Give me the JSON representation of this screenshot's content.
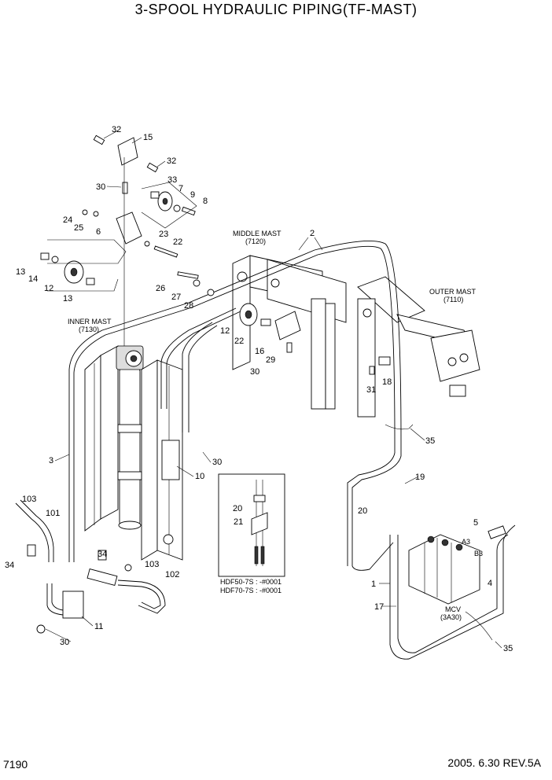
{
  "title": "3-SPOOL HYDRAULIC PIPING(TF-MAST)",
  "page_number": "7190",
  "revision": "2005. 6.30 REV.5A",
  "assembly_labels": {
    "middle_mast": "MIDDLE MAST",
    "middle_mast_code": "(7120)",
    "outer_mast": "OUTER MAST",
    "outer_mast_code": "(7110)",
    "inner_mast": "INNER MAST",
    "inner_mast_code": "(7130)",
    "mcv": "MCV",
    "mcv_code": "(3A30)",
    "port_a3": "A3",
    "port_b3": "B3"
  },
  "inset_notes": [
    "HDF50-7S : -#0001",
    "HDF70-7S : -#0001"
  ],
  "callouts": [
    "32",
    "15",
    "32",
    "33",
    "30",
    "7",
    "9",
    "8",
    "24",
    "25",
    "6",
    "23",
    "22",
    "13",
    "14",
    "12",
    "13",
    "26",
    "27",
    "28",
    "2",
    "12",
    "22",
    "16",
    "29",
    "30",
    "31",
    "18",
    "3",
    "30",
    "10",
    "35",
    "19",
    "20",
    "21",
    "20",
    "5",
    "103",
    "101",
    "34",
    "34",
    "103",
    "102",
    "1",
    "17",
    "4",
    "11",
    "30",
    "35"
  ]
}
